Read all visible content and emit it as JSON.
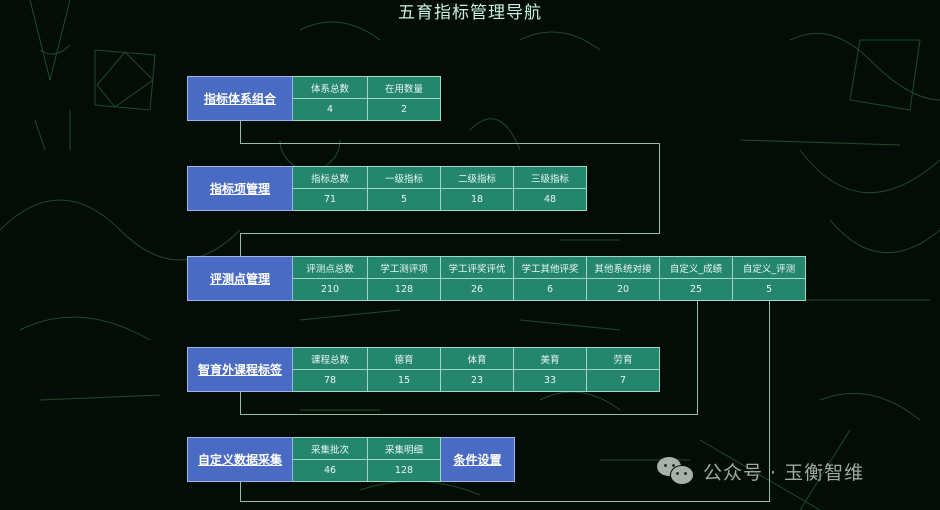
{
  "title": "五育指标管理导航",
  "colors": {
    "background": "#030c05",
    "label_blue": "#4a6bc3",
    "cell_green": "#25866e",
    "connector": "#8fbfa6",
    "title_text": "#c9f0e6"
  },
  "modules": [
    {
      "label": "指标体系组合",
      "cells": [
        {
          "header": "体系总数",
          "value": "4"
        },
        {
          "header": "在用数量",
          "value": "2"
        }
      ]
    },
    {
      "label": "指标项管理",
      "cells": [
        {
          "header": "指标总数",
          "value": "71"
        },
        {
          "header": "一级指标",
          "value": "5"
        },
        {
          "header": "二级指标",
          "value": "18"
        },
        {
          "header": "三级指标",
          "value": "48"
        }
      ]
    },
    {
      "label": "评测点管理",
      "cells": [
        {
          "header": "评测点总数",
          "value": "210"
        },
        {
          "header": "学工测评项",
          "value": "128"
        },
        {
          "header": "学工评奖评优",
          "value": "26"
        },
        {
          "header": "学工其他评奖",
          "value": "6"
        },
        {
          "header": "其他系统对接",
          "value": "20"
        },
        {
          "header": "自定义_成绩",
          "value": "25"
        },
        {
          "header": "自定义_评测",
          "value": "5"
        }
      ]
    },
    {
      "label": "智育外课程标签",
      "cells": [
        {
          "header": "课程总数",
          "value": "78"
        },
        {
          "header": "德育",
          "value": "15"
        },
        {
          "header": "体育",
          "value": "23"
        },
        {
          "header": "美育",
          "value": "33"
        },
        {
          "header": "劳育",
          "value": "7"
        }
      ]
    },
    {
      "label": "自定义数据采集",
      "cells": [
        {
          "header": "采集批次",
          "value": "46"
        },
        {
          "header": "采集明细",
          "value": "128"
        }
      ],
      "extra_button": "条件设置"
    }
  ],
  "watermark": {
    "icon": "wechat-icon",
    "text": "公众号 · 玉衡智维"
  }
}
